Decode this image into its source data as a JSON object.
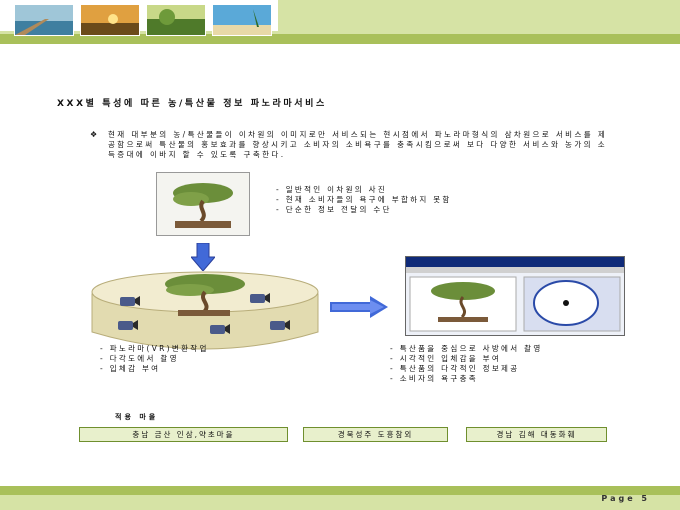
{
  "title": "XXX별 특성에 따른 농/특산물 정보 파노라마서비스",
  "intro": "현재 대부분의 농/특산물들이 이차원의 이미지로만 서비스되는 현시점에서 파노라마형식의 삼차원으로 서비스를 제공함으로써 특산물의 홍보효과를 향상시키고 소비자의 소비욕구를 충족시킴으로써 보다 다양한 서비스와 농가의 소득증대에 이바지 할 수 있도록 구축한다.",
  "problems": [
    "- 일반적인 이차원의 사진",
    "- 현재 소비자들의 욕구에 부합하지 못함",
    "- 단순한 정보 전달의 수단"
  ],
  "vr_steps": [
    "- 파노라마(VR)변환작업",
    "- 다각도에서 촬영",
    "- 입체감 부여"
  ],
  "benefits": [
    "- 특산품을 중심으로 사방에서 촬영",
    "- 시각적인 입체감을 부여",
    "- 특산품의 다각적인 정보제공",
    "- 소비자의 욕구충족"
  ],
  "apply_label": "적용 마을",
  "villages": [
    "충남 금산 인삼,약초마을",
    "경북성주 도흥참외",
    "경남 김해 대동화훼"
  ],
  "page_label": "Page",
  "page_number": "5",
  "colors": {
    "green_dark": "#a9c05a",
    "green_light": "#d6e3a5",
    "arrow_blue": "#4169d8"
  }
}
